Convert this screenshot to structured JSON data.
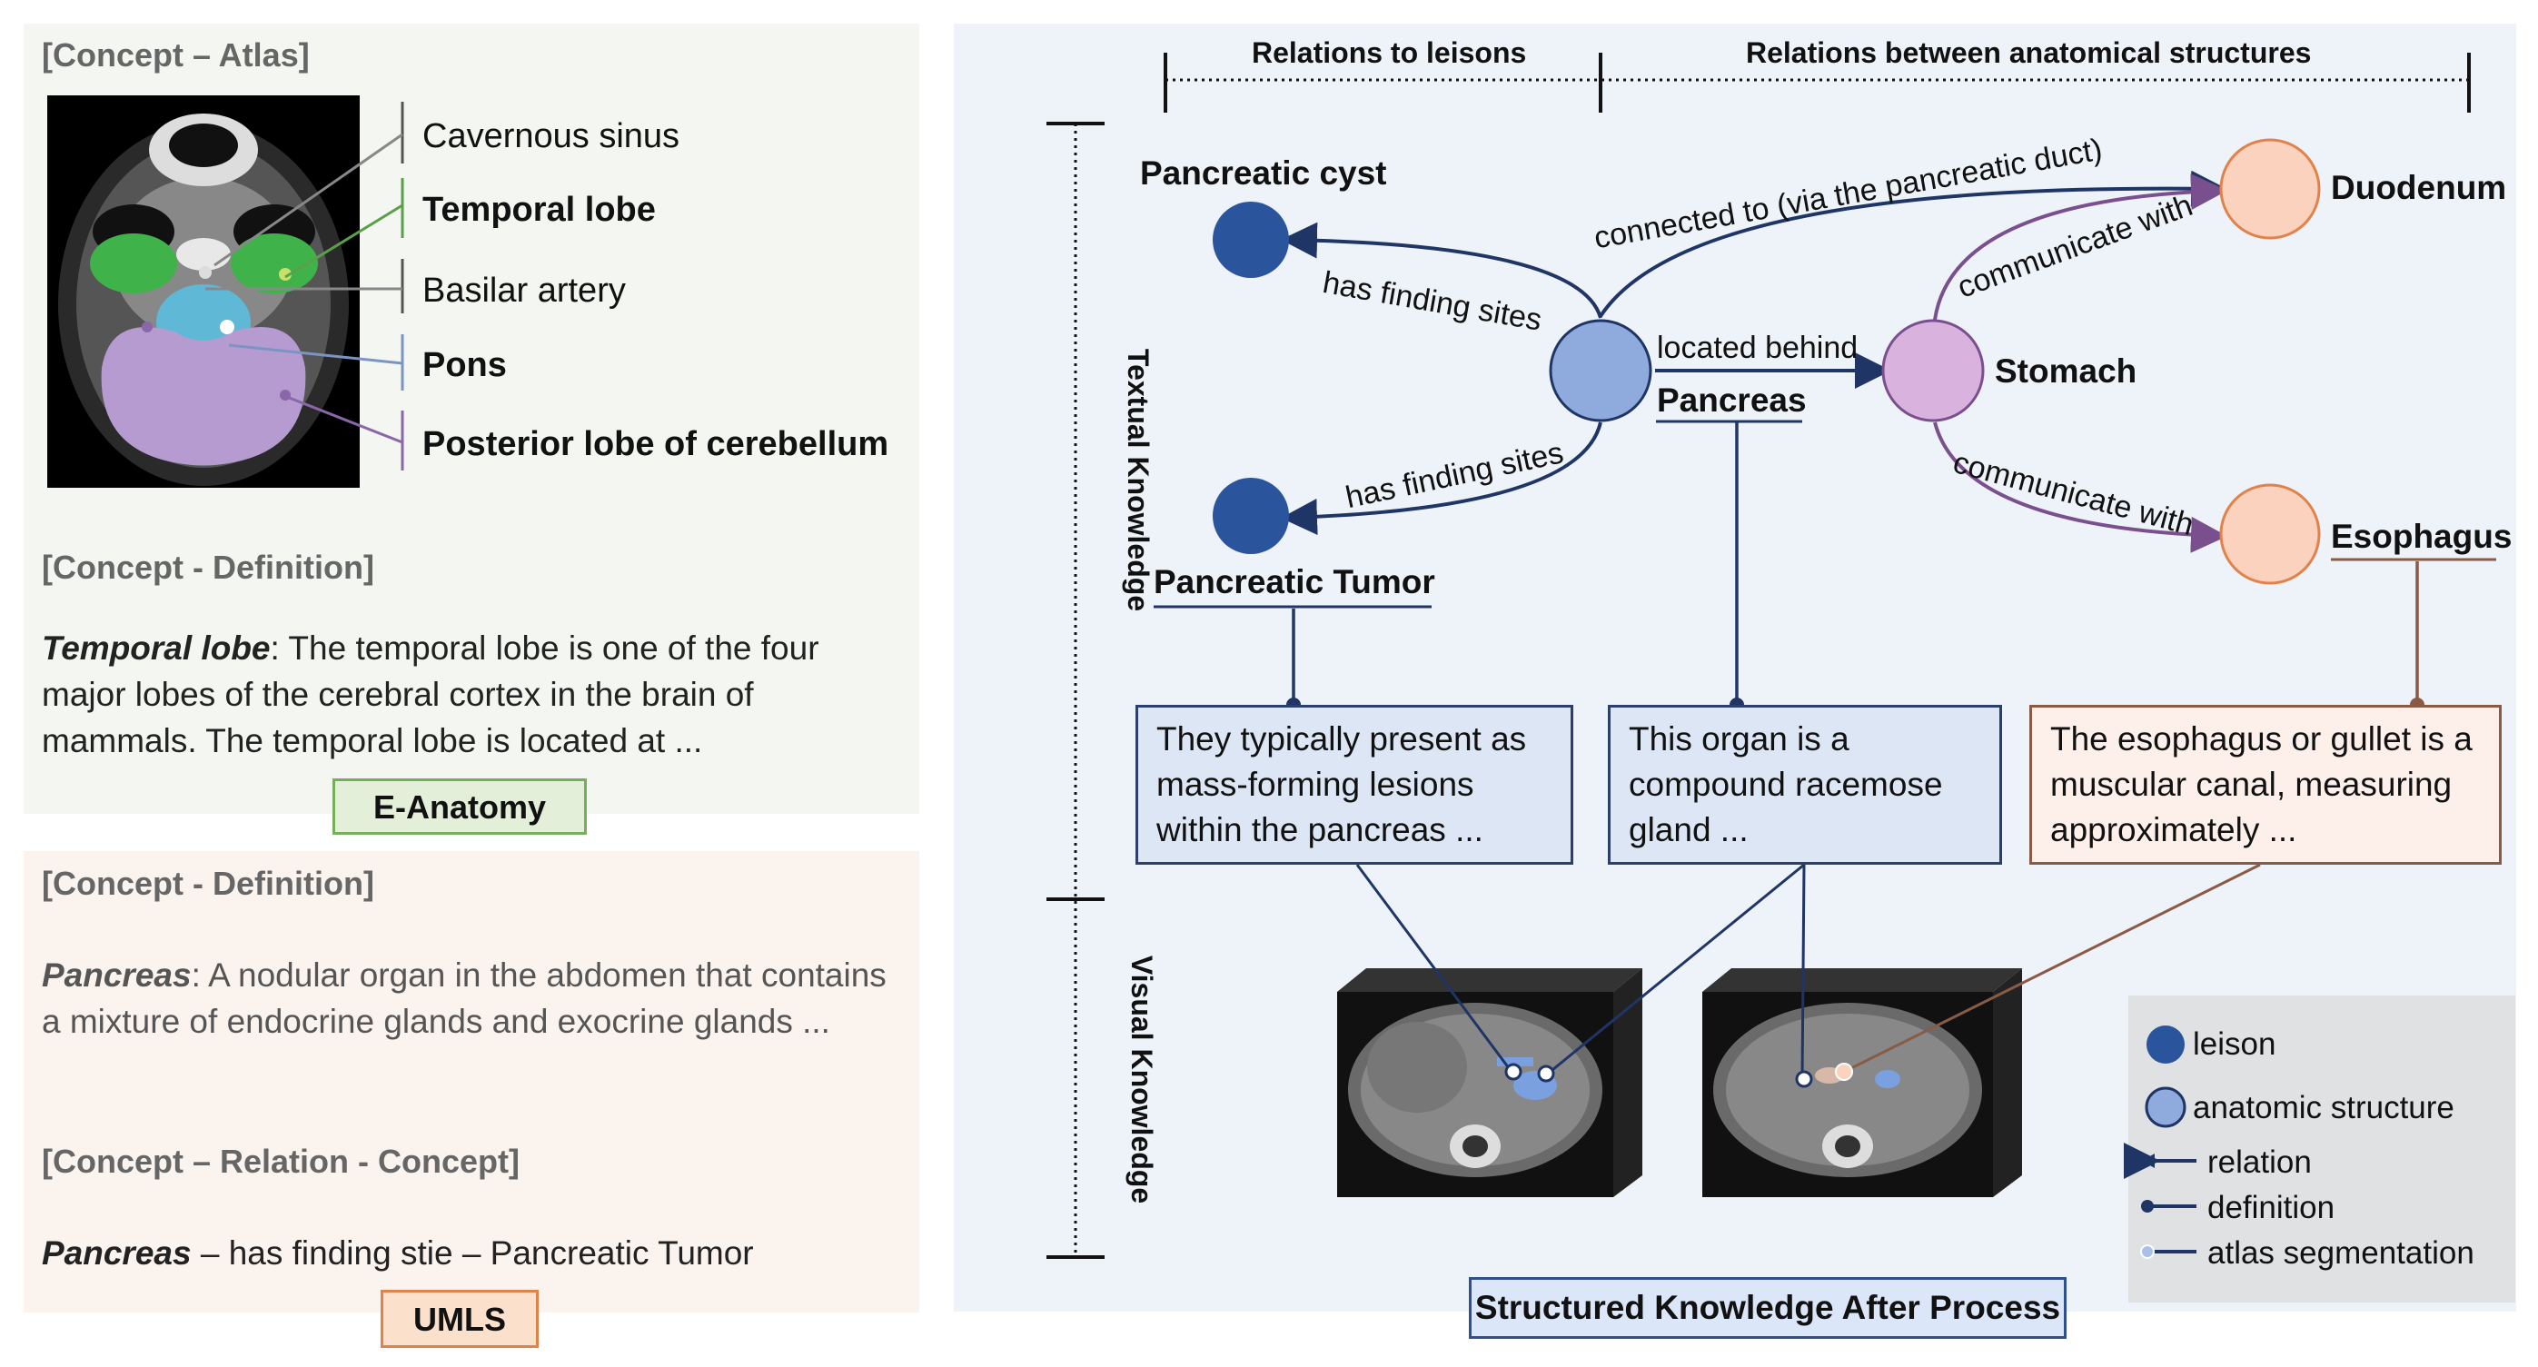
{
  "atlas_panel": {
    "concept_atlas_header": "[Concept – Atlas]",
    "labels": [
      "Cavernous sinus",
      "Temporal lobe",
      "Basilar artery",
      "Pons",
      "Posterior lobe of cerebellum"
    ],
    "label_colors": [
      "#555555",
      "#5aa04a",
      "#555555",
      "#7a95c4",
      "#8a67a8"
    ],
    "definition_header": "[Concept - Definition]",
    "definition_term": "Temporal lobe",
    "definition_text": ": The temporal lobe is one of the four major lobes of the cerebral cortex in the brain of mammals. The temporal lobe is located at ...",
    "source_tag": "E-Anatomy"
  },
  "umls_panel": {
    "definition_header": "[Concept - Definition]",
    "definition_term": "Pancreas",
    "definition_text": ": A nodular organ in the abdomen that contains a mixture of endocrine glands and exocrine glands ...",
    "relation_header": "[Concept – Relation - Concept]",
    "relation_term": "Pancreas",
    "relation_text": " – has finding stie – Pancreatic Tumor",
    "source_tag": "UMLS"
  },
  "knowledge_graph": {
    "top_brackets": {
      "lesions": "Relations to leisons",
      "anatomical": "Relations between anatomical structures"
    },
    "side_labels": {
      "textual": "Textual Knowledge",
      "visual": "Visual Knowledge"
    },
    "nodes": {
      "pancreatic_cyst": "Pancreatic cyst",
      "pancreatic_tumor": "Pancreatic Tumor",
      "pancreas": "Pancreas",
      "stomach": "Stomach",
      "duodenum": "Duodenum",
      "esophagus": "Esophagus"
    },
    "edges": {
      "cyst": "has finding sites",
      "tumor": "has finding sites",
      "behind": "located behind",
      "duct": "connected to (via the pancreatic duct)",
      "duodenum": "communicate with",
      "esophagus": "communicate with"
    },
    "definitions": {
      "tumor": "They typically present as mass-forming lesions within the pancreas ...",
      "pancreas": "This organ is a compound racemose gland ...",
      "esophagus": "The esophagus or gullet is a muscular canal, measuring approximately ..."
    },
    "legend": {
      "lesion": "leison",
      "anatomic": "anatomic structure",
      "relation": "relation",
      "definition": "definition",
      "atlas": "atlas segmentation"
    },
    "title": "Structured Knowledge After Process",
    "colors": {
      "lesion": "#2a549c",
      "pancreas": "#8faadc",
      "stomach": "#d9b3dd",
      "organ_peach": "#fbd2bd",
      "navy_edge": "#1f3566",
      "purple_edge": "#7a4f8e",
      "brown": "#8a5a44"
    }
  }
}
